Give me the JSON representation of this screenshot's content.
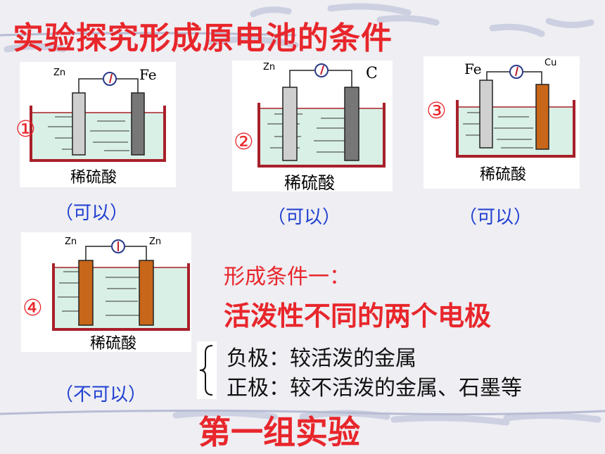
{
  "title": "实验探究形成原电池的条件",
  "experiments": [
    {
      "number": "①",
      "left_electrode": "Zn",
      "right_electrode": "Fe",
      "solution": "稀硫酸",
      "result": "（可以）"
    },
    {
      "number": "②",
      "left_electrode": "Zn",
      "right_electrode": "C",
      "solution": "稀硫酸",
      "result": "（可以）"
    },
    {
      "number": "③",
      "left_electrode": "Fe",
      "right_electrode": "Cu",
      "solution": "稀硫酸",
      "result": "（可以）"
    },
    {
      "number": "④",
      "left_electrode": "Zn",
      "right_electrode": "Zn",
      "solution": "稀硫酸",
      "result": "（不可以）"
    }
  ],
  "condition": {
    "heading": "形成条件一：",
    "main": "活泼性不同的两个电极",
    "negative": "负极：较活泼的金属",
    "positive": "正极：较不活泼的金属、石墨等"
  },
  "footer": "第一组实验",
  "colors": {
    "accent_red": "#e8262b",
    "result_blue": "#1f3fd0",
    "liquid": "#d9f0e6",
    "beaker": "#a8202a",
    "electrode_orange": "#c8661a"
  }
}
